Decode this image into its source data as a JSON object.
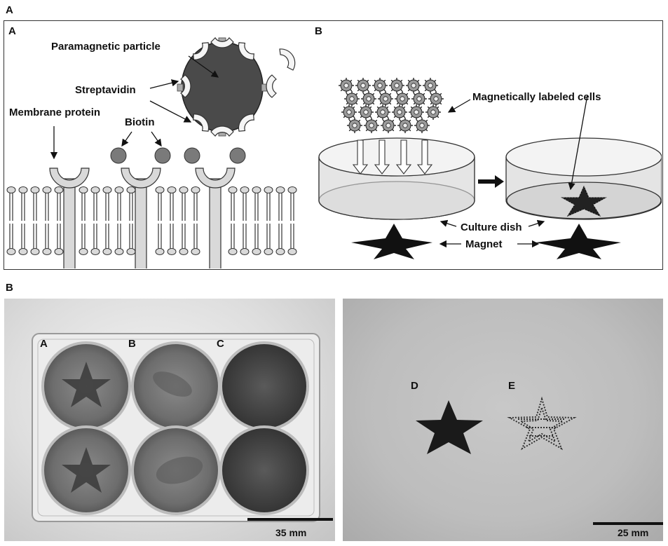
{
  "panel_labels": {
    "top": "A",
    "bottom": "B"
  },
  "schematic_a": {
    "label": "A",
    "paramagnetic_particle": "Paramagnetic particle",
    "streptavidin": "Streptavidin",
    "membrane_protein": "Membrane protein",
    "biotin": "Biotin"
  },
  "schematic_b": {
    "label": "B",
    "magnetically_labeled_cells": "Magnetically labeled cells",
    "culture_dish": "Culture dish",
    "magnet": "Magnet"
  },
  "photo_plate": {
    "well_labels": [
      "A",
      "B",
      "C"
    ],
    "scale_label": "35 mm"
  },
  "photo_stars": {
    "labels": [
      "D",
      "E"
    ],
    "scale_label": "25 mm"
  },
  "colors": {
    "particle": "#4a4a4a",
    "membrane": "#d8d8d8",
    "dish": "#d9d9d9",
    "magnet": "#111111"
  }
}
